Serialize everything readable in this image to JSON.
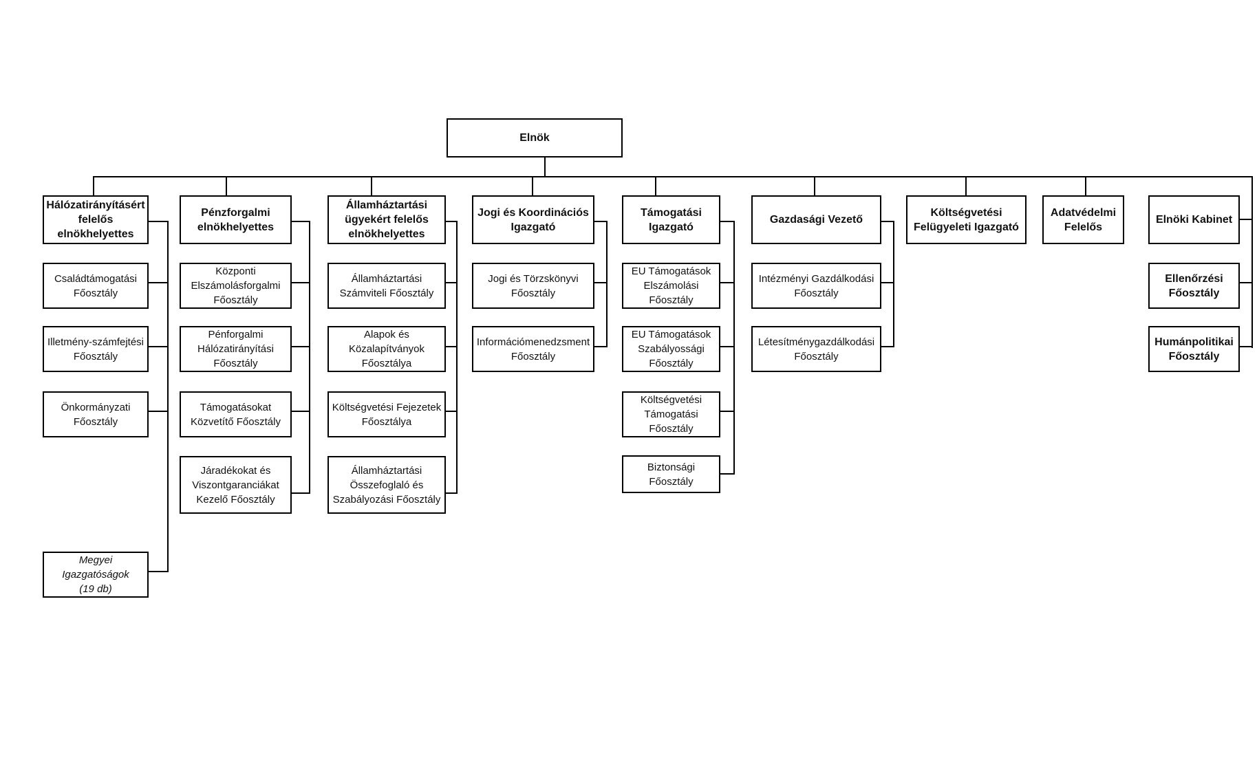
{
  "root": "Elnök",
  "heads": [
    {
      "label": "Hálózatirányításért\nfelelős\nelnökhelyettes"
    },
    {
      "label": "Pénzforgalmi\nelnökhelyettes"
    },
    {
      "label": "Államháztartási\nügyekért felelős\nelnökhelyettes"
    },
    {
      "label": "Jogi és Koordinációs\nIgazgató"
    },
    {
      "label": "Támogatási\nIgazgató"
    },
    {
      "label": "Gazdasági Vezető"
    },
    {
      "label": "Költségvetési\nFelügyeleti Igazgató"
    },
    {
      "label": "Adatvédelmi\nFelelős"
    },
    {
      "label": "Elnöki Kabinet"
    }
  ],
  "units": {
    "halozat": [
      "Családtámogatási\nFőosztály",
      "Illetmény-számfejtési\nFőosztály",
      "Önkormányzati\nFőosztály",
      "Megyei\nIgazgatóságok\n(19 db)"
    ],
    "penzforgalmi": [
      "Központi\nElszámolásforgalmi\nFőosztály",
      "Pénforgalmi\nHálózatirányítási\nFőosztály",
      "Támogatásokat\nKözvetítő Főosztály",
      "Járadékokat és\nViszontgaranciákat\nKezelő Főosztály"
    ],
    "allamhaztartasi": [
      "Államháztartási\nSzámviteli Főosztály",
      "Alapok és\nKözalapítványok\nFőosztálya",
      "Költségvetési Fejezetek\nFőosztálya",
      "Államháztartási\nÖsszefoglaló és\nSzabályozási Főosztály"
    ],
    "jogi": [
      "Jogi és Törzskönyvi\nFőosztály",
      "Információmenedzsment\nFőosztály"
    ],
    "tamogatasi": [
      "EU Támogatások\nElszámolási\nFőosztály",
      "EU Támogatások\nSzabályossági\nFőosztály",
      "Költségvetési\nTámogatási\nFőosztály",
      "Biztonsági\nFőosztály"
    ],
    "gazdasagi": [
      "Intézményi Gazdálkodási\nFőosztály",
      "Létesítménygazdálkodási\nFőosztály"
    ],
    "kabinet": [
      "Ellenőrzési\nFőosztály",
      "Humánpolitikai\nFőosztály"
    ]
  }
}
